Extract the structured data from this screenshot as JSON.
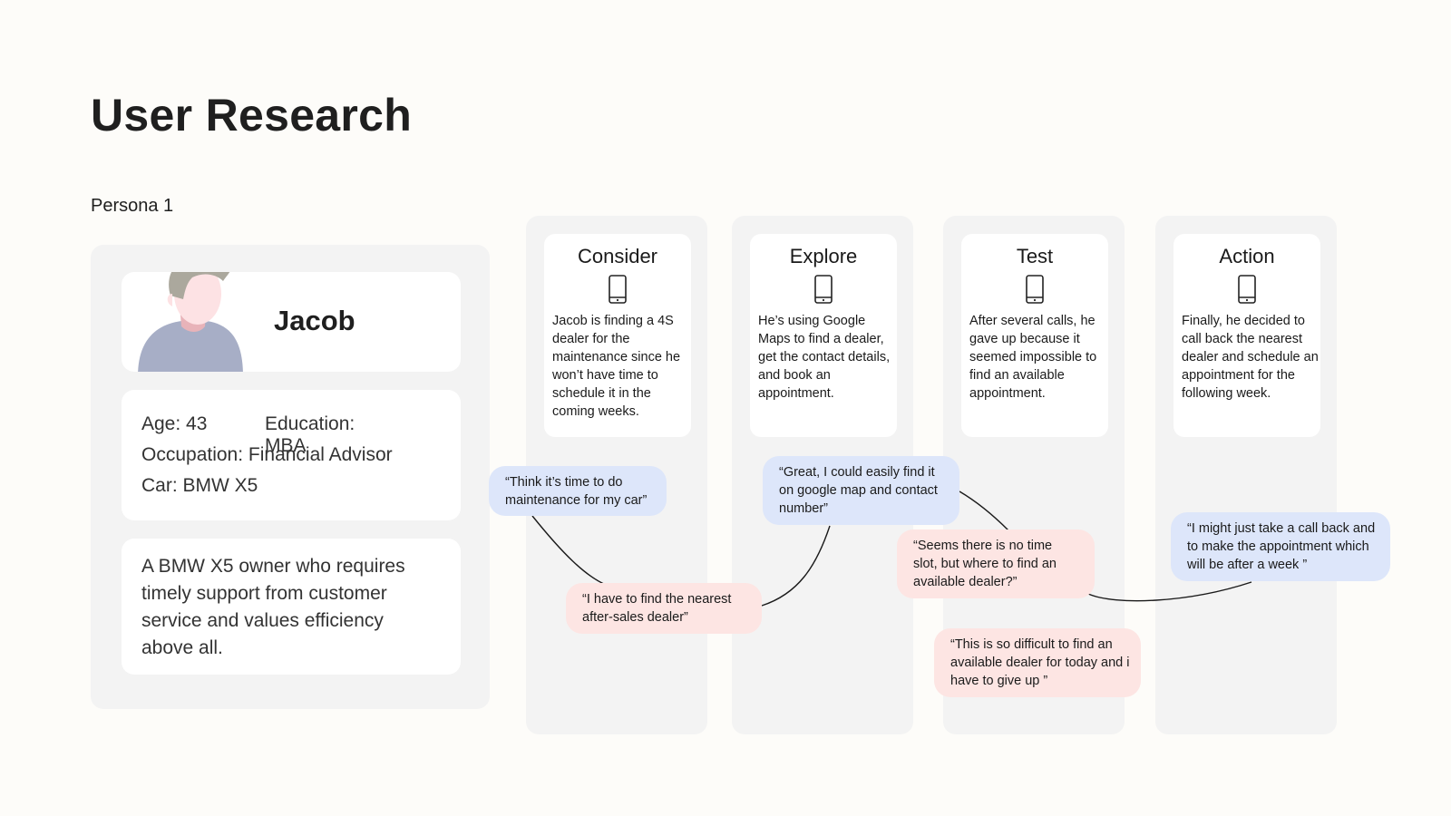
{
  "title": "User Research",
  "persona_label": "Persona 1",
  "persona": {
    "name": "Jacob",
    "age": "Age: 43",
    "education": "Education: MBA",
    "occupation": "Occupation: Financial Advisor",
    "car": "Car: BMW X5",
    "description": "A BMW X5 owner who requires timely support from customer service and values efficiency above all."
  },
  "stages": [
    {
      "title": "Consider",
      "icon": "phone-icon",
      "text": "Jacob is finding a 4S dealer for the maintenance since he won’t have time to schedule it in the coming weeks."
    },
    {
      "title": "Explore",
      "icon": "phone-icon",
      "text": "He’s using Google Maps to find a dealer, get the contact details, and book an appointment."
    },
    {
      "title": "Test",
      "icon": "phone-icon",
      "text": "After several calls, he gave up because it seemed impossible to find an available appointment."
    },
    {
      "title": "Action",
      "icon": "phone-icon",
      "text": "Finally, he decided to call back the nearest dealer and schedule an appointment for the following week."
    }
  ],
  "quotes": [
    {
      "text": "“Think it’s time to do maintenance for my car”",
      "color": "#dde6fa"
    },
    {
      "text": "“I have to find the nearest after-sales dealer”",
      "color": "#fde5e3"
    },
    {
      "text": "“Great, I could easily find it on google map and contact number”",
      "color": "#dde6fa"
    },
    {
      "text": "“Seems there is no time slot, but where to find an available dealer?”",
      "color": "#fde5e3"
    },
    {
      "text": "“This is so difficult to find an available dealer for today and i have to give up ”",
      "color": "#fde5e3"
    },
    {
      "text": "“I might just take a call back and to make the appointment which will be after a week ”",
      "color": "#dde6fa"
    }
  ]
}
